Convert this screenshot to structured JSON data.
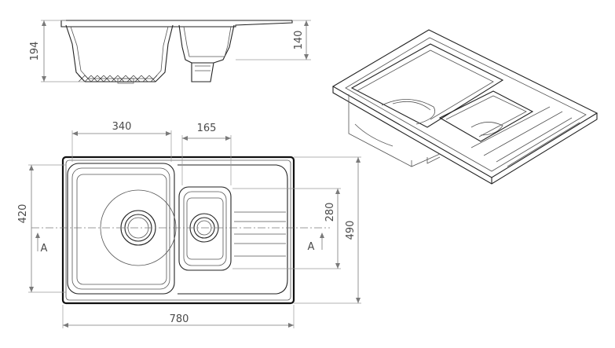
{
  "dimensions": {
    "top_depth_main": "194",
    "top_depth_small": "140",
    "bowl_width_main": "340",
    "bowl_width_small": "165",
    "overall_height_main": "420",
    "small_bowl_height": "280",
    "overall_depth": "490",
    "overall_width": "780"
  },
  "section": {
    "left_marker": "A",
    "right_marker": "A"
  },
  "colors": {
    "line": "#222222",
    "dimension": "#7a7a7a",
    "background": "#ffffff"
  }
}
